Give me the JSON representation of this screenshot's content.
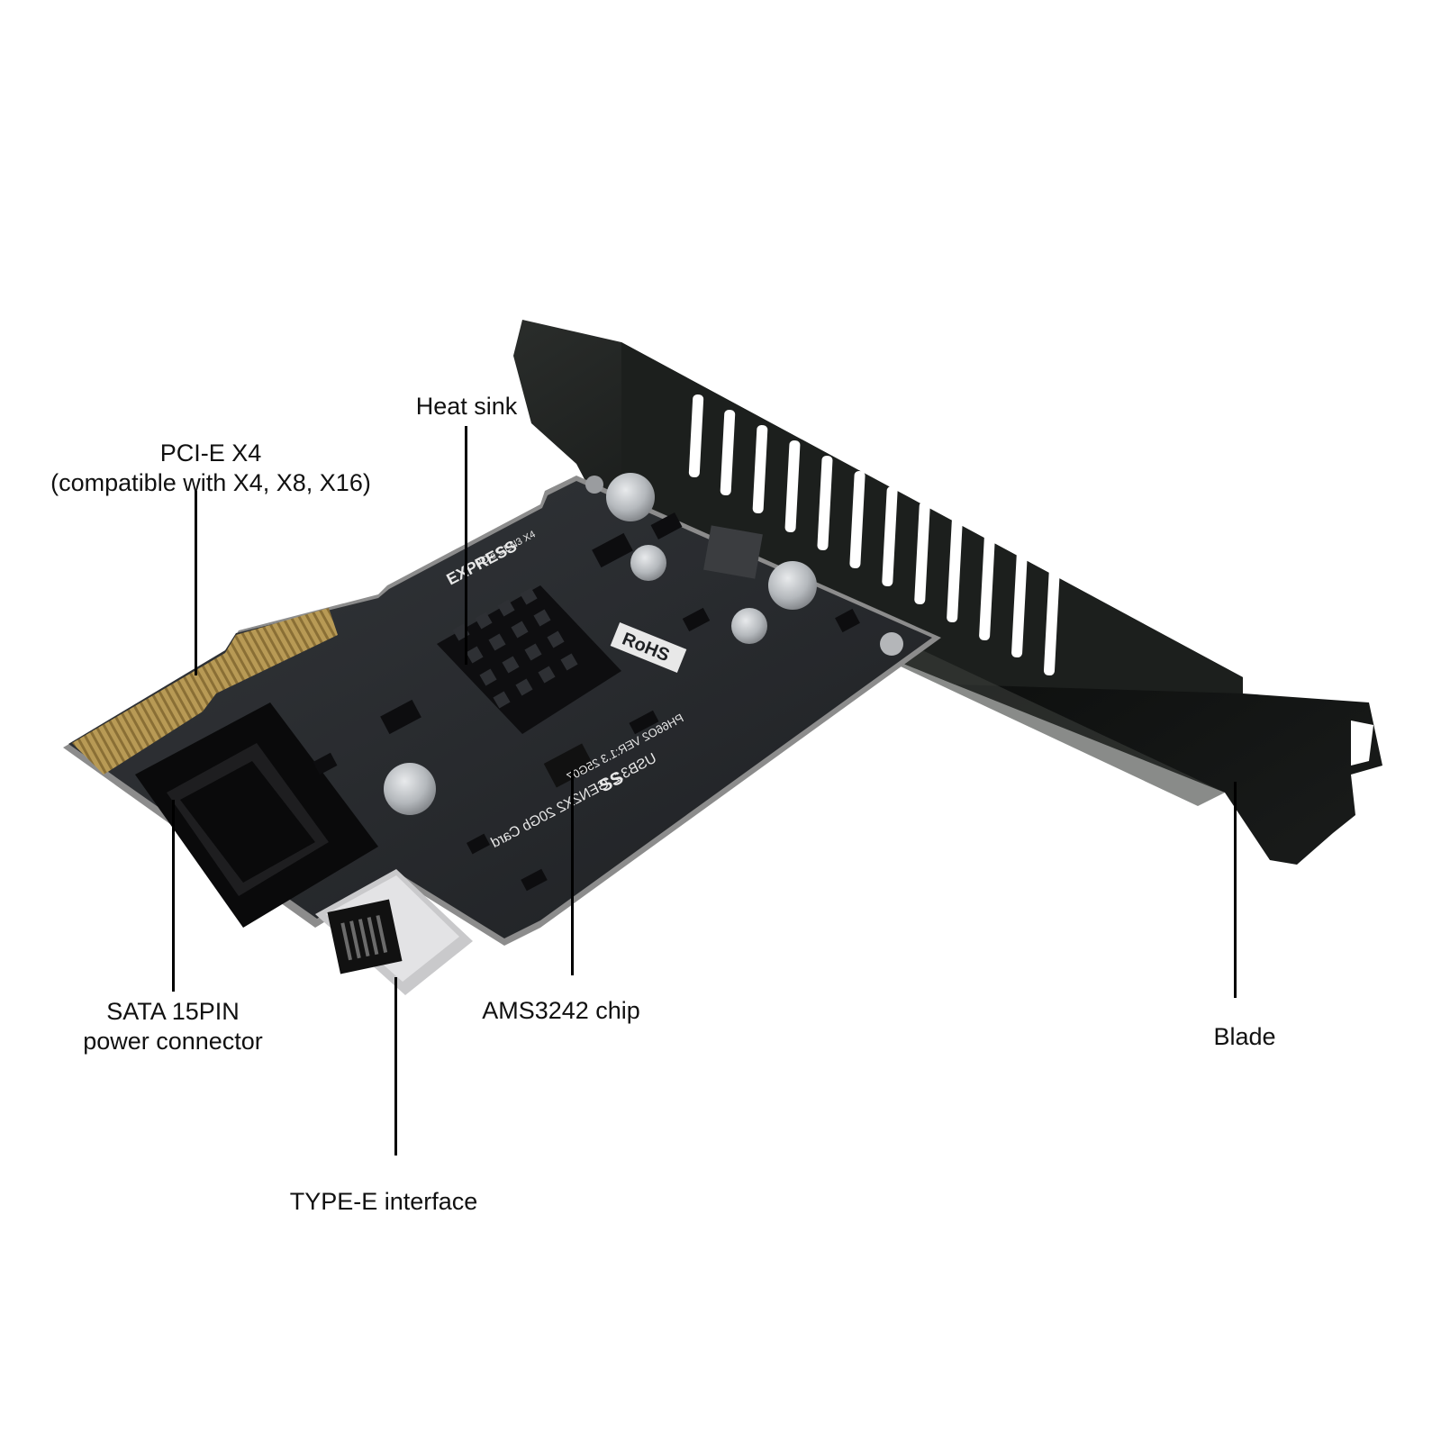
{
  "callouts": {
    "heat_sink": {
      "line1": "Heat sink"
    },
    "pcie": {
      "line1": "PCI-E X4",
      "line2": "(compatible with X4, X8, X16)"
    },
    "sata": {
      "line1": "SATA 15PIN",
      "line2": "power connector"
    },
    "type_e": {
      "line1": "TYPE-E interface"
    },
    "chip": {
      "line1": "AMS3242 chip"
    },
    "blade": {
      "line1": "Blade"
    }
  },
  "board_markings": {
    "model": "USB3.2 GEN2X2 20Gb Card",
    "version": "PH66O2 VER:1.3 25G07",
    "rohs": "RoHS",
    "pcie_logo": "EXPRESS",
    "pcie_gen": "PCIe GEN3 X4",
    "ss": "SS"
  },
  "colors": {
    "pcb": "#26282b",
    "bracket": "#0b0d0c",
    "gold_fingers": "#b89a55",
    "heatsink": "#0e0e10",
    "capacitor": "#b9bcc0",
    "connector_silver": "#d9d9db"
  }
}
